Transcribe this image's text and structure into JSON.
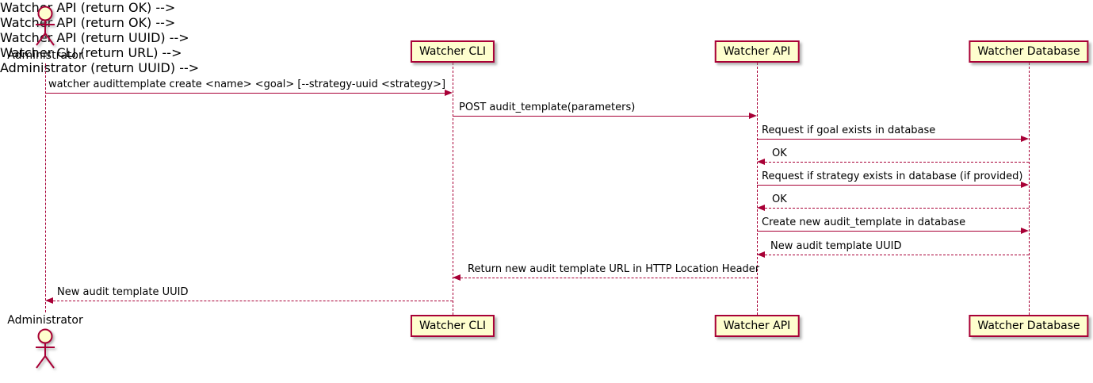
{
  "diagram_type": "sequence",
  "colors": {
    "accent": "#A80036",
    "participant_fill": "#FEFECE",
    "text": "#000000",
    "background": "#FFFFFF"
  },
  "actor": {
    "name": "Administrator"
  },
  "participants": [
    {
      "label": "Watcher CLI"
    },
    {
      "label": "Watcher API"
    },
    {
      "label": "Watcher Database"
    }
  ],
  "messages": [
    {
      "from": "Administrator",
      "to": "Watcher CLI",
      "line": "solid",
      "text": "watcher audittemplate create <name> <goal> [--strategy-uuid <strategy>]"
    },
    {
      "from": "Watcher CLI",
      "to": "Watcher API",
      "line": "solid",
      "text": "POST audit_template(parameters)"
    },
    {
      "from": "Watcher API",
      "to": "Watcher Database",
      "line": "solid",
      "text": "Request if goal exists in database"
    },
    {
      "from": "Watcher Database",
      "to": "Watcher API",
      "line": "dashed",
      "text": "OK"
    },
    {
      "from": "Watcher API",
      "to": "Watcher Database",
      "line": "solid",
      "text": "Request if strategy exists in database (if provided)"
    },
    {
      "from": "Watcher Database",
      "to": "Watcher API",
      "line": "dashed",
      "text": "OK"
    },
    {
      "from": "Watcher API",
      "to": "Watcher Database",
      "line": "solid",
      "text": "Create new audit_template in database"
    },
    {
      "from": "Watcher Database",
      "to": "Watcher API",
      "line": "dashed",
      "text": "New audit template UUID"
    },
    {
      "from": "Watcher API",
      "to": "Watcher CLI",
      "line": "dashed",
      "text": "Return new audit template URL in HTTP Location Header"
    },
    {
      "from": "Watcher CLI",
      "to": "Administrator",
      "line": "dashed",
      "text": "New audit template UUID"
    }
  ]
}
